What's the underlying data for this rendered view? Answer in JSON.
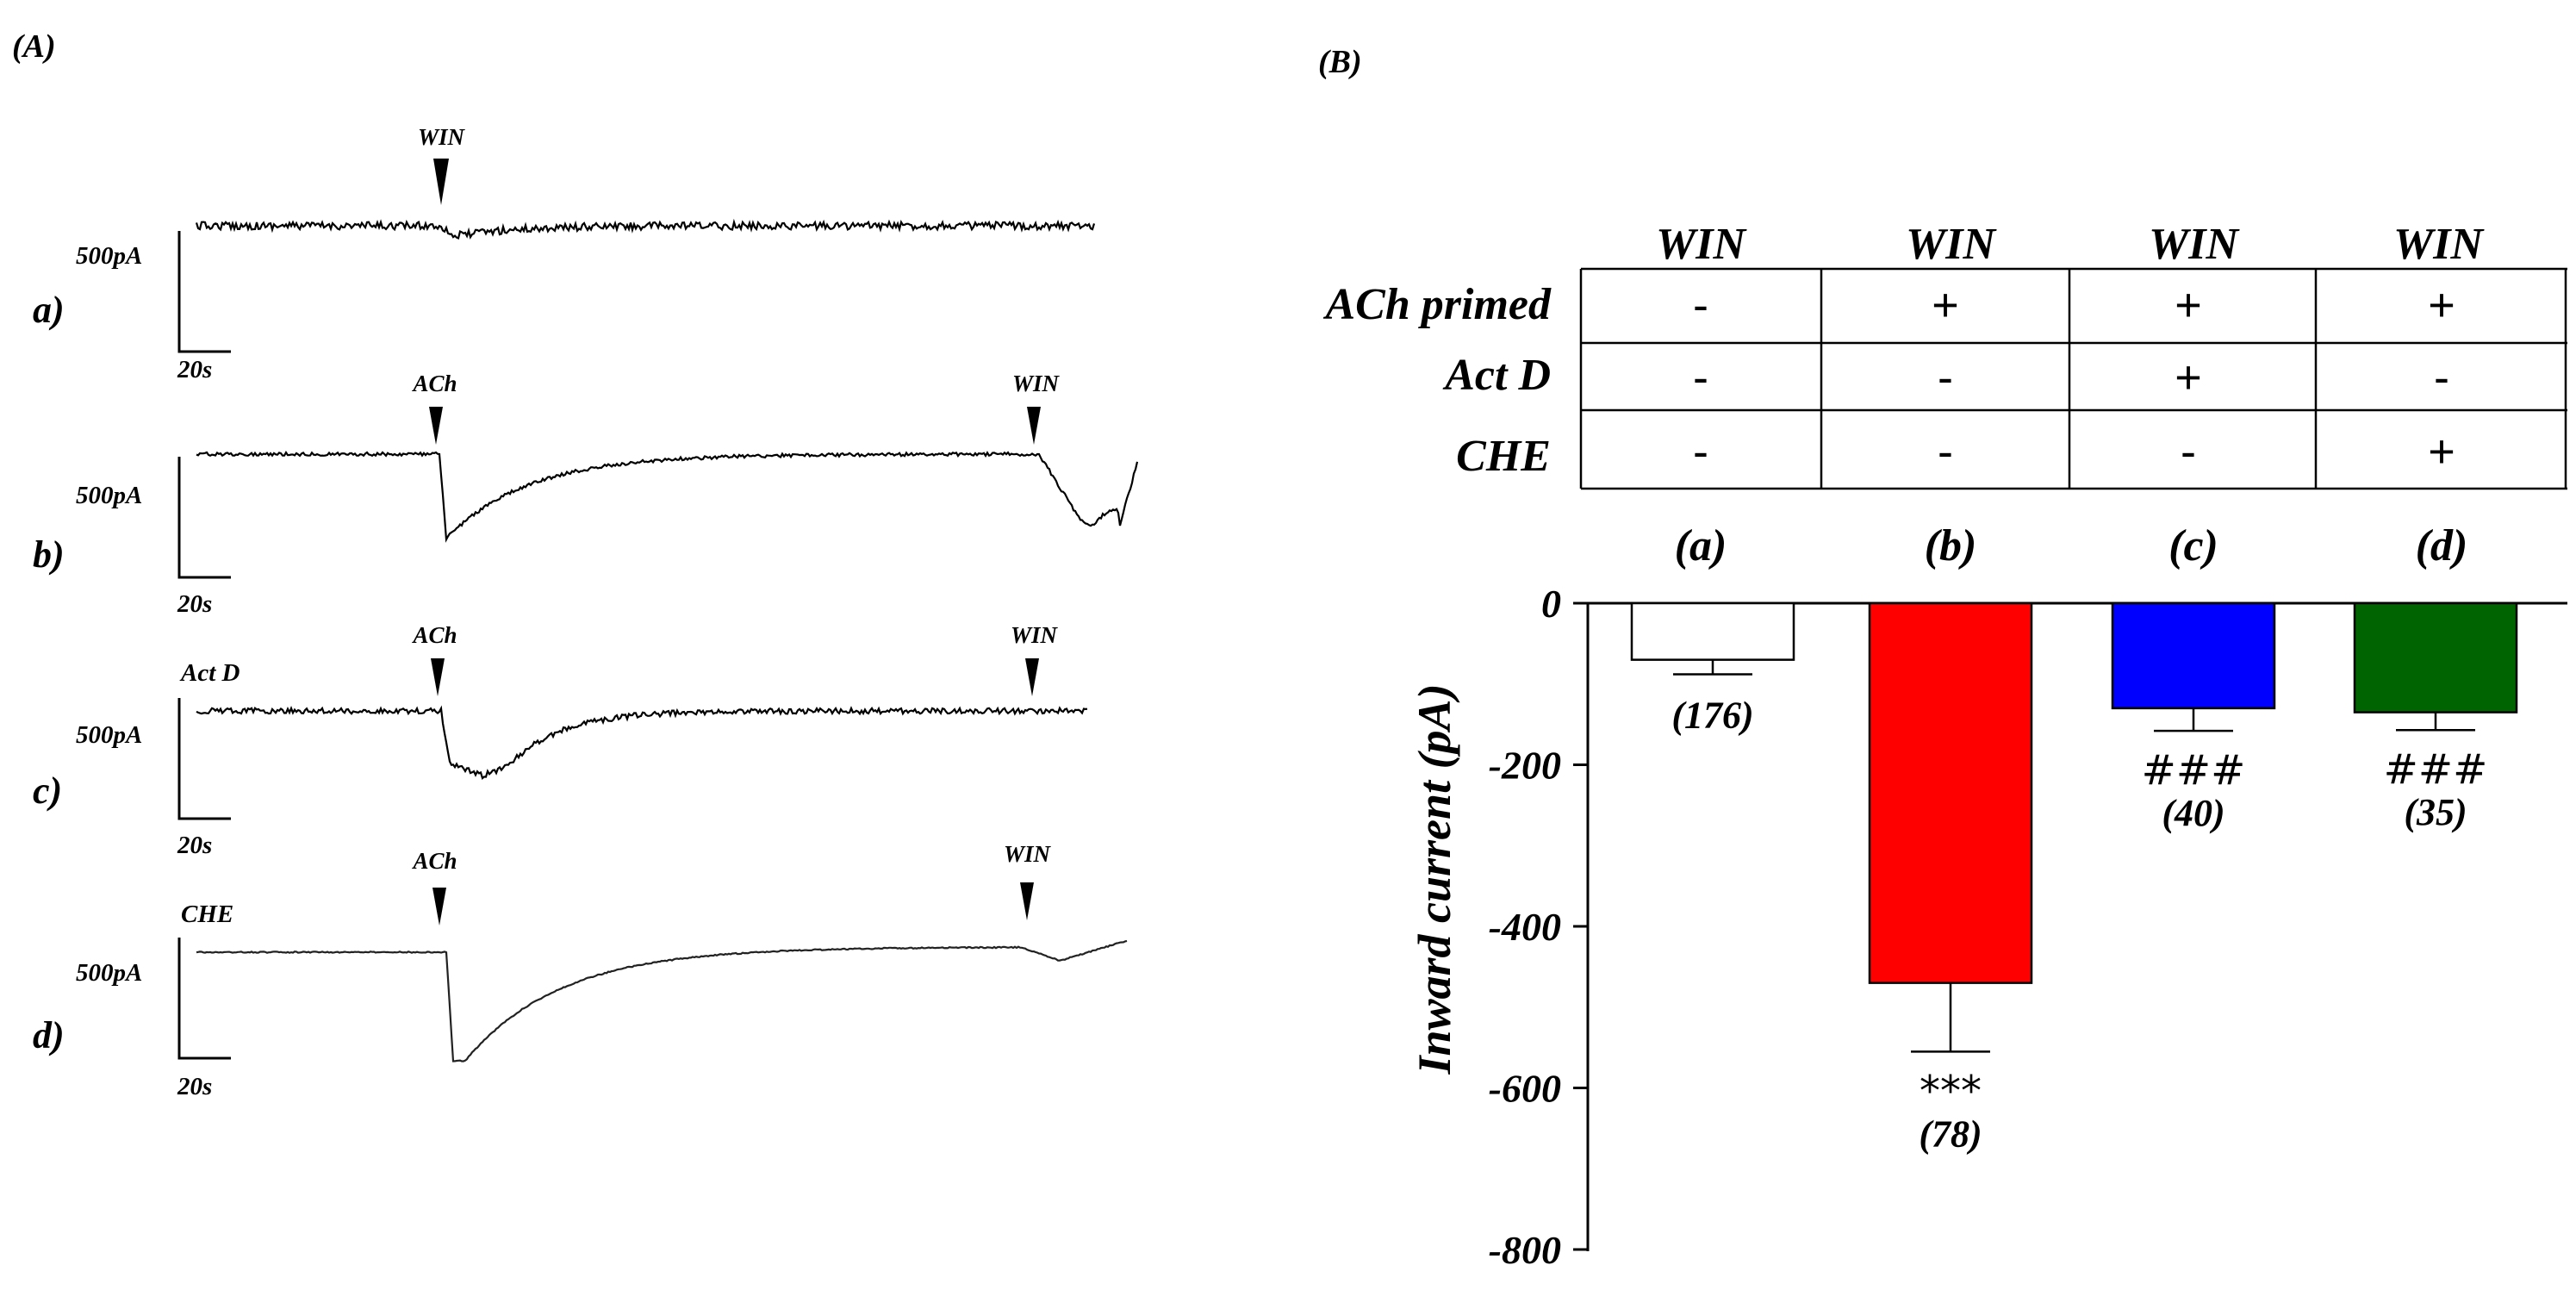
{
  "panel_a": {
    "label": "(A)",
    "rows": [
      {
        "letter": "a)",
        "scale_y": "500pA",
        "scale_x": "20s",
        "pretreatment": "",
        "markers": [
          "WIN"
        ]
      },
      {
        "letter": "b)",
        "scale_y": "500pA",
        "scale_x": "20s",
        "pretreatment": "",
        "markers": [
          "ACh",
          "WIN"
        ]
      },
      {
        "letter": "c)",
        "scale_y": "500pA",
        "scale_x": "20s",
        "pretreatment": "Act D",
        "markers": [
          "ACh",
          "WIN"
        ]
      },
      {
        "letter": "d)",
        "scale_y": "500pA",
        "scale_x": "20s",
        "pretreatment": "CHE",
        "markers": [
          "ACh",
          "WIN"
        ]
      }
    ]
  },
  "panel_b": {
    "label": "(B)",
    "table": {
      "header": [
        "WIN",
        "WIN",
        "WIN",
        "WIN"
      ],
      "rows": [
        {
          "label": "ACh primed",
          "values": [
            "-",
            "+",
            "+",
            "+"
          ]
        },
        {
          "label": "Act  D",
          "values": [
            "-",
            "-",
            "+",
            "-"
          ]
        },
        {
          "label": "CHE",
          "values": [
            "-",
            "-",
            "-",
            "+"
          ]
        }
      ],
      "group_labels": [
        "(a)",
        "(b)",
        "(c)",
        "(d)"
      ]
    }
  },
  "chart_data": {
    "type": "bar",
    "categories": [
      "(a)",
      "(b)",
      "(c)",
      "(d)"
    ],
    "values": [
      -70,
      -470,
      -130,
      -135
    ],
    "errors": [
      18,
      85,
      28,
      22
    ],
    "n_labels": [
      "(176)",
      "(78)",
      "(40)",
      "(35)"
    ],
    "sig_labels": [
      "",
      "***",
      "###",
      "###"
    ],
    "colors": [
      "#ffffff",
      "#ff0000",
      "#0000ff",
      "#006400"
    ],
    "ylabel": "Inward current (pA)",
    "xlabel": "",
    "ylim": [
      -800,
      0
    ],
    "yticks": [
      0,
      -200,
      -400,
      -600,
      -800
    ],
    "ytick_labels": [
      "0",
      "-200",
      "-400",
      "-600",
      "-800"
    ]
  }
}
